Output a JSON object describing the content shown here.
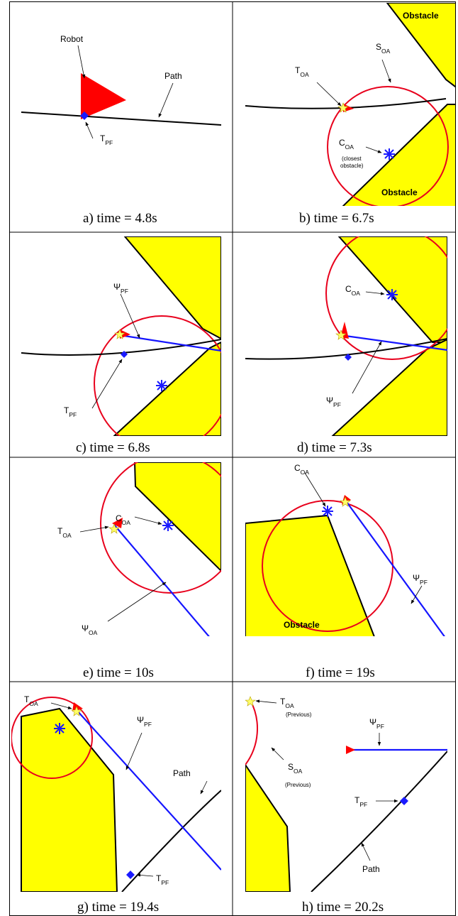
{
  "panels": {
    "a": {
      "caption": "a) time = 4.8s",
      "robot_label": "Robot",
      "path_label": "Path",
      "tpf_main": "T",
      "tpf_sub": "PF"
    },
    "b": {
      "caption": "b) time = 6.7s",
      "obstacle_top": "Obstacle",
      "obstacle_bottom": "Obstacle",
      "soa_main": "S",
      "soa_sub": "OA",
      "toa_main": "T",
      "toa_sub": "OA",
      "coa_main": "C",
      "coa_sub": "OA",
      "coa_note_1": "(closest",
      "coa_note_2": "obstacle)"
    },
    "c": {
      "caption": "c) time = 6.8s",
      "psi_main": "Ψ",
      "psi_sub": "PF",
      "tpf_main": "T",
      "tpf_sub": "PF"
    },
    "d": {
      "caption": "d) time = 7.3s",
      "coa_main": "C",
      "coa_sub": "OA",
      "psi_main": "Ψ",
      "psi_sub": "PF"
    },
    "e": {
      "caption": "e) time = 10s",
      "coa_main": "C",
      "coa_sub": "OA",
      "toa_main": "T",
      "toa_sub": "OA",
      "psi_main": "Ψ",
      "psi_sub": "OA"
    },
    "f": {
      "caption": "f) time = 19s",
      "coa_main": "C",
      "coa_sub": "OA",
      "psi_main": "Ψ",
      "psi_sub": "PF",
      "obstacle": "Obstacle"
    },
    "g": {
      "caption": "g) time = 19.4s",
      "toa_main": "T",
      "toa_sub": "OA",
      "psi_main": "Ψ",
      "psi_sub": "PF",
      "path_label": "Path",
      "tpf_main": "T",
      "tpf_sub": "PF"
    },
    "h": {
      "caption": "h) time = 20.2s",
      "toa_main": "T",
      "toa_sub": "OA",
      "toa_prev": "(Previous)",
      "psi_main": "Ψ",
      "psi_sub": "PF",
      "soa_main": "S",
      "soa_sub": "OA",
      "soa_prev": "(Previous)",
      "tpf_main": "T",
      "tpf_sub": "PF",
      "path_label": "Path"
    }
  },
  "colors": {
    "obstacle": "#ffff00",
    "circle": "#e8001c",
    "robot": "#e8001c",
    "heading": "#1515ff",
    "marker": "#1a1aff",
    "target_star": "#ffff66"
  }
}
